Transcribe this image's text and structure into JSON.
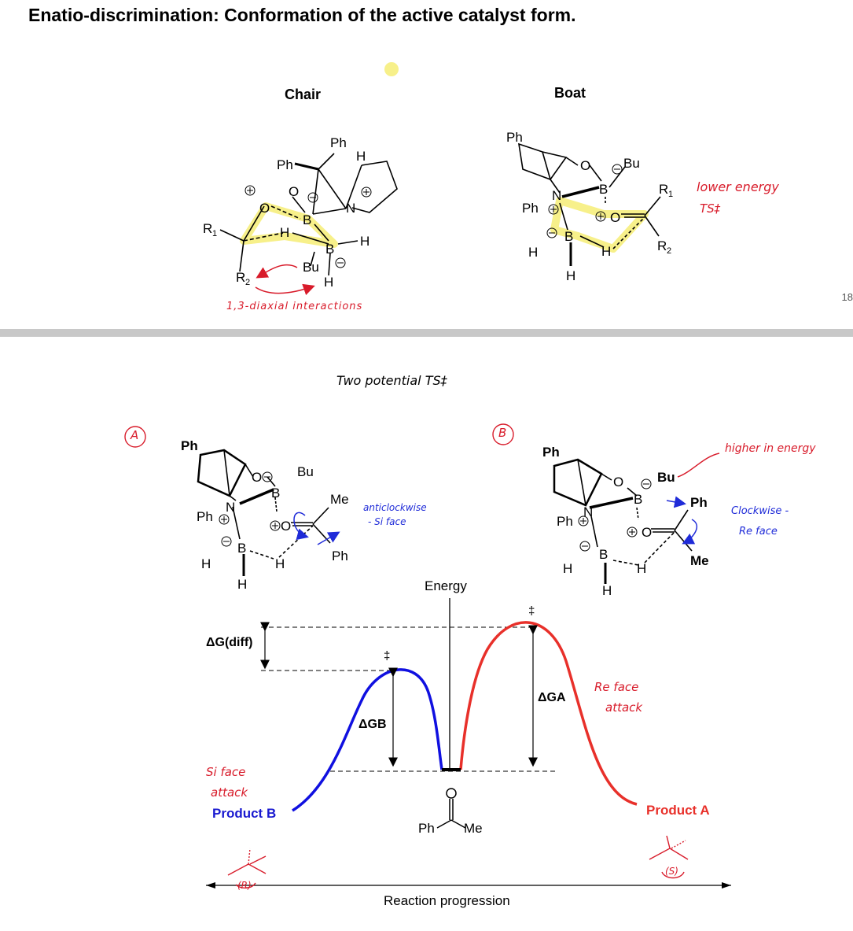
{
  "title": "Enatio-discrimination: Conformation of the active catalyst form.",
  "upper": {
    "chair_label": "Chair",
    "boat_label": "Boat",
    "diaxial_note": "1,3-diaxial interactions",
    "lower_energy_note_1": "lower energy",
    "lower_energy_note_2": "TS‡",
    "edge_number": "18"
  },
  "lower": {
    "two_ts_note": "Two potential TS‡",
    "circle_a": "A",
    "circle_b": "B",
    "ts_a_note_1": "anticlockwise",
    "ts_a_note_2": "- Si face",
    "ts_b_higher_note": "higher in energy",
    "ts_b_note_1": "Clockwise -",
    "ts_b_note_2": "Re face",
    "si_attack_1": "Si face",
    "si_attack_2": "attack",
    "re_attack_1": "Re face",
    "re_attack_2": "attack",
    "product_b": "Product B",
    "product_a": "Product A",
    "product_b_config": "(R)",
    "product_a_config": "(S)"
  },
  "energy_diagram": {
    "y_label": "Energy",
    "x_label": "Reaction progression",
    "delta_g_diff": "ΔG(diff)",
    "delta_g_b": "ΔGB",
    "delta_g_a": "ΔGA",
    "ts_symbol": "‡",
    "curve_b_color": "#1010e0",
    "curve_a_color": "#e8302a",
    "ketone_ph": "Ph",
    "ketone_me": "Me"
  },
  "colors": {
    "highlight": "#f7f08a",
    "handwriting_red": "#d81b2a",
    "handwriting_blue": "#1f2bd8"
  }
}
